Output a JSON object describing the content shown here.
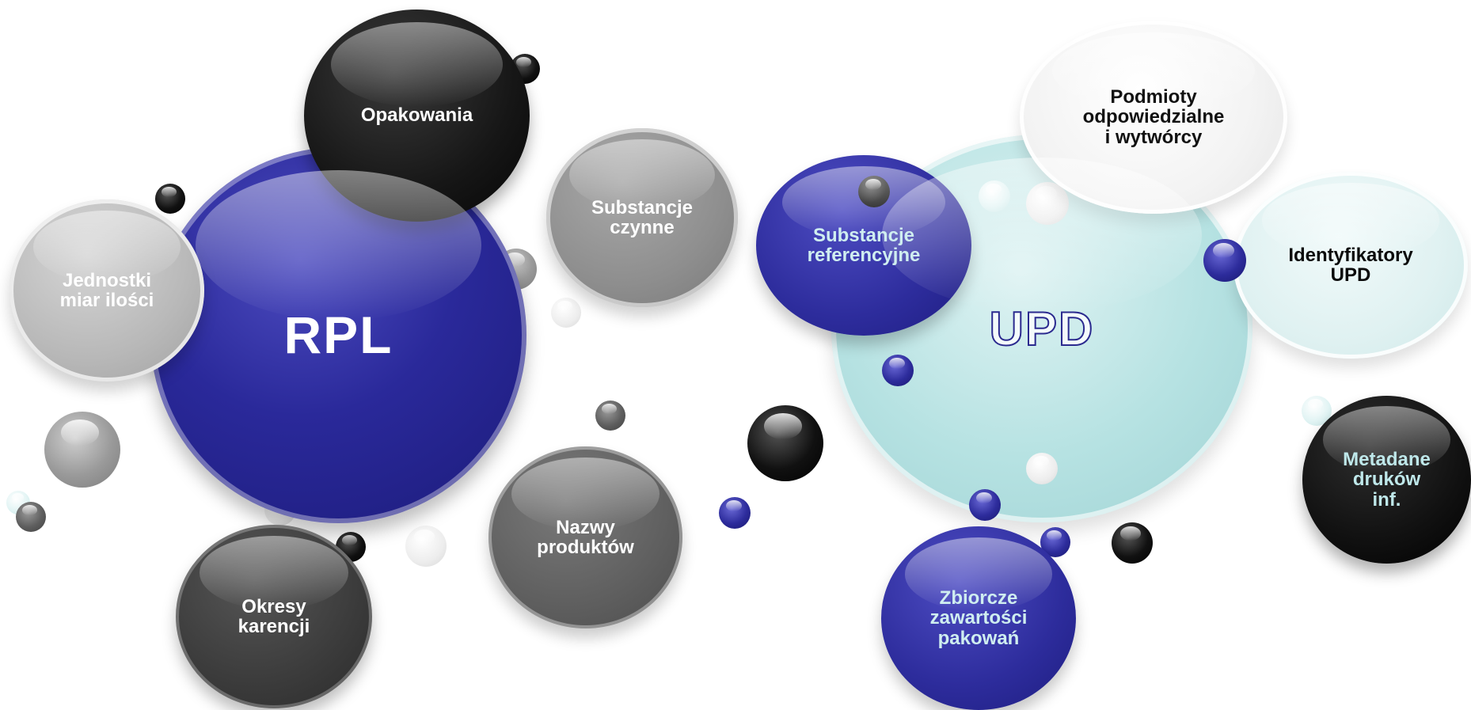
{
  "diagram": {
    "hubs": {
      "rpl": "RPL",
      "upd": "UPD"
    },
    "rpl_nodes": {
      "opakowania": "Opakowania",
      "jednostki": "Jednostki\nmiar ilości",
      "substancje_czynne": "Substancje\nczynne",
      "nazwy": "Nazwy\nproduktów",
      "okresy": "Okresy\nkarencji"
    },
    "upd_nodes": {
      "substancje_ref": "Substancje\nreferencyjne",
      "podmioty": "Podmioty\nodpowiedzialne\ni wytwórcy",
      "identyfikatory": "Identyfikatory\nUPD",
      "metadane": "Metadane\ndruków\ninf.",
      "zbiorcze": "Zbiorcze\nzawartości\npakowań"
    },
    "colors": {
      "rpl_blue": "#2a299a",
      "upd_teal": "#b6e2e2",
      "black": "#111111",
      "grey": "#8e8e8e",
      "white": "#ffffff",
      "upd_text_outline": "#2b2a8f",
      "light_teal_text": "#cfeef0"
    }
  }
}
